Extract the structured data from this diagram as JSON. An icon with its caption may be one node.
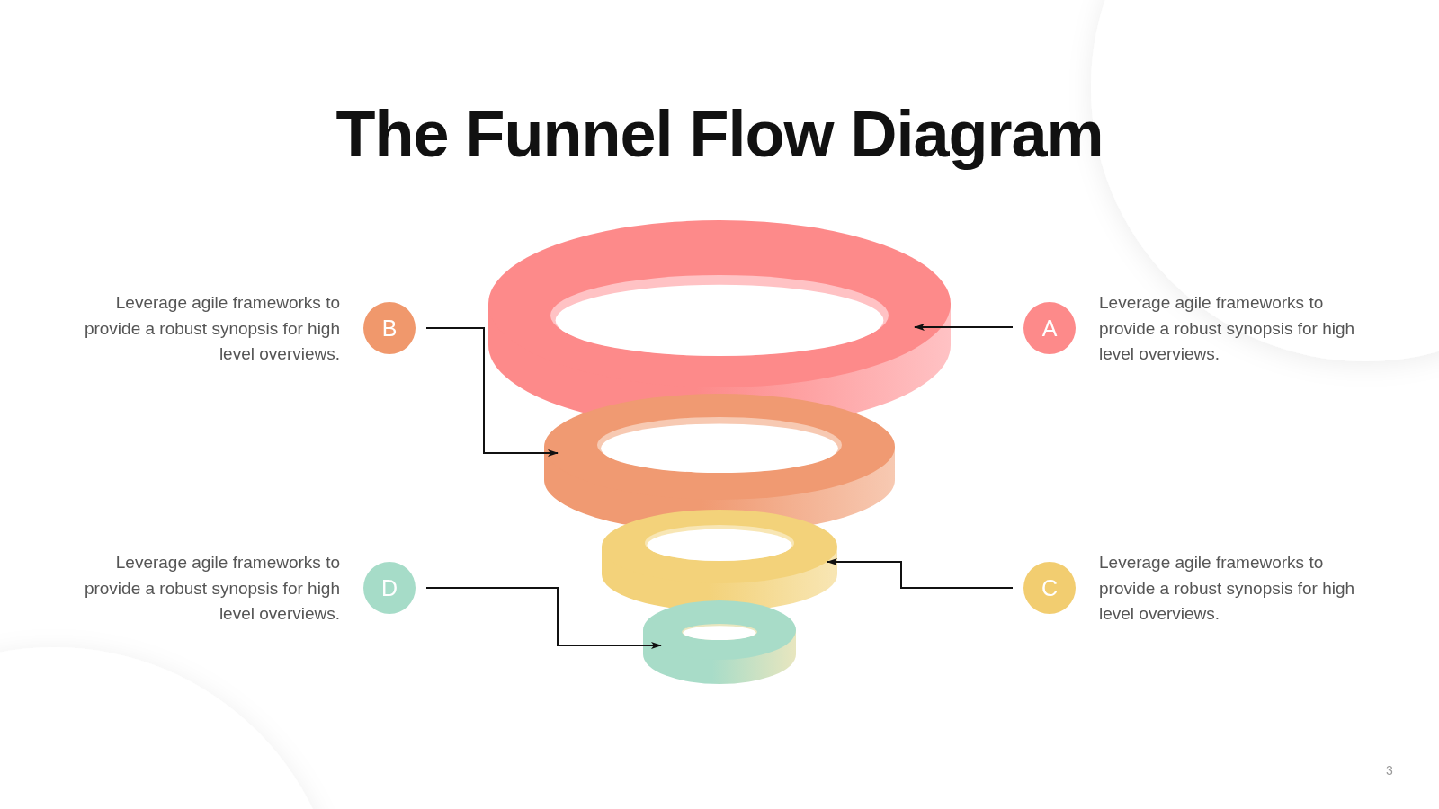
{
  "diagram": {
    "title": "The Funnel Flow Diagram",
    "nodes": [
      {
        "text": [
          "B"
        ],
        "beside": [
          "Leverage agile frameworks to provide a robust synopsis for high level overviews."
        ]
      },
      {
        "text": [
          "A"
        ],
        "beside": [
          "Leverage agile frameworks to provide a robust synopsis for high level overviews."
        ]
      },
      {
        "text": [],
        "shape": "ring"
      },
      {
        "text": [],
        "shape": "ring"
      },
      {
        "text": [
          "D"
        ],
        "beside": [
          "Leverage agile frameworks to provide a robust synopsis for high level overviews."
        ]
      },
      {
        "text": [
          "C"
        ],
        "beside": [
          "Leverage agile frameworks to provide a robust synopsis for high level overviews."
        ]
      },
      {
        "text": [],
        "shape": "ring"
      },
      {
        "text": [],
        "shape": "ring"
      }
    ],
    "edges": [
      {
        "from": 1,
        "to": 2,
        "arrow": "to"
      },
      {
        "from": 0,
        "to": 3,
        "arrow": "to"
      },
      {
        "from": 5,
        "to": 6,
        "arrow": "to"
      },
      {
        "from": 4,
        "to": 7,
        "arrow": "to"
      }
    ],
    "labels": [
      "3"
    ]
  }
}
